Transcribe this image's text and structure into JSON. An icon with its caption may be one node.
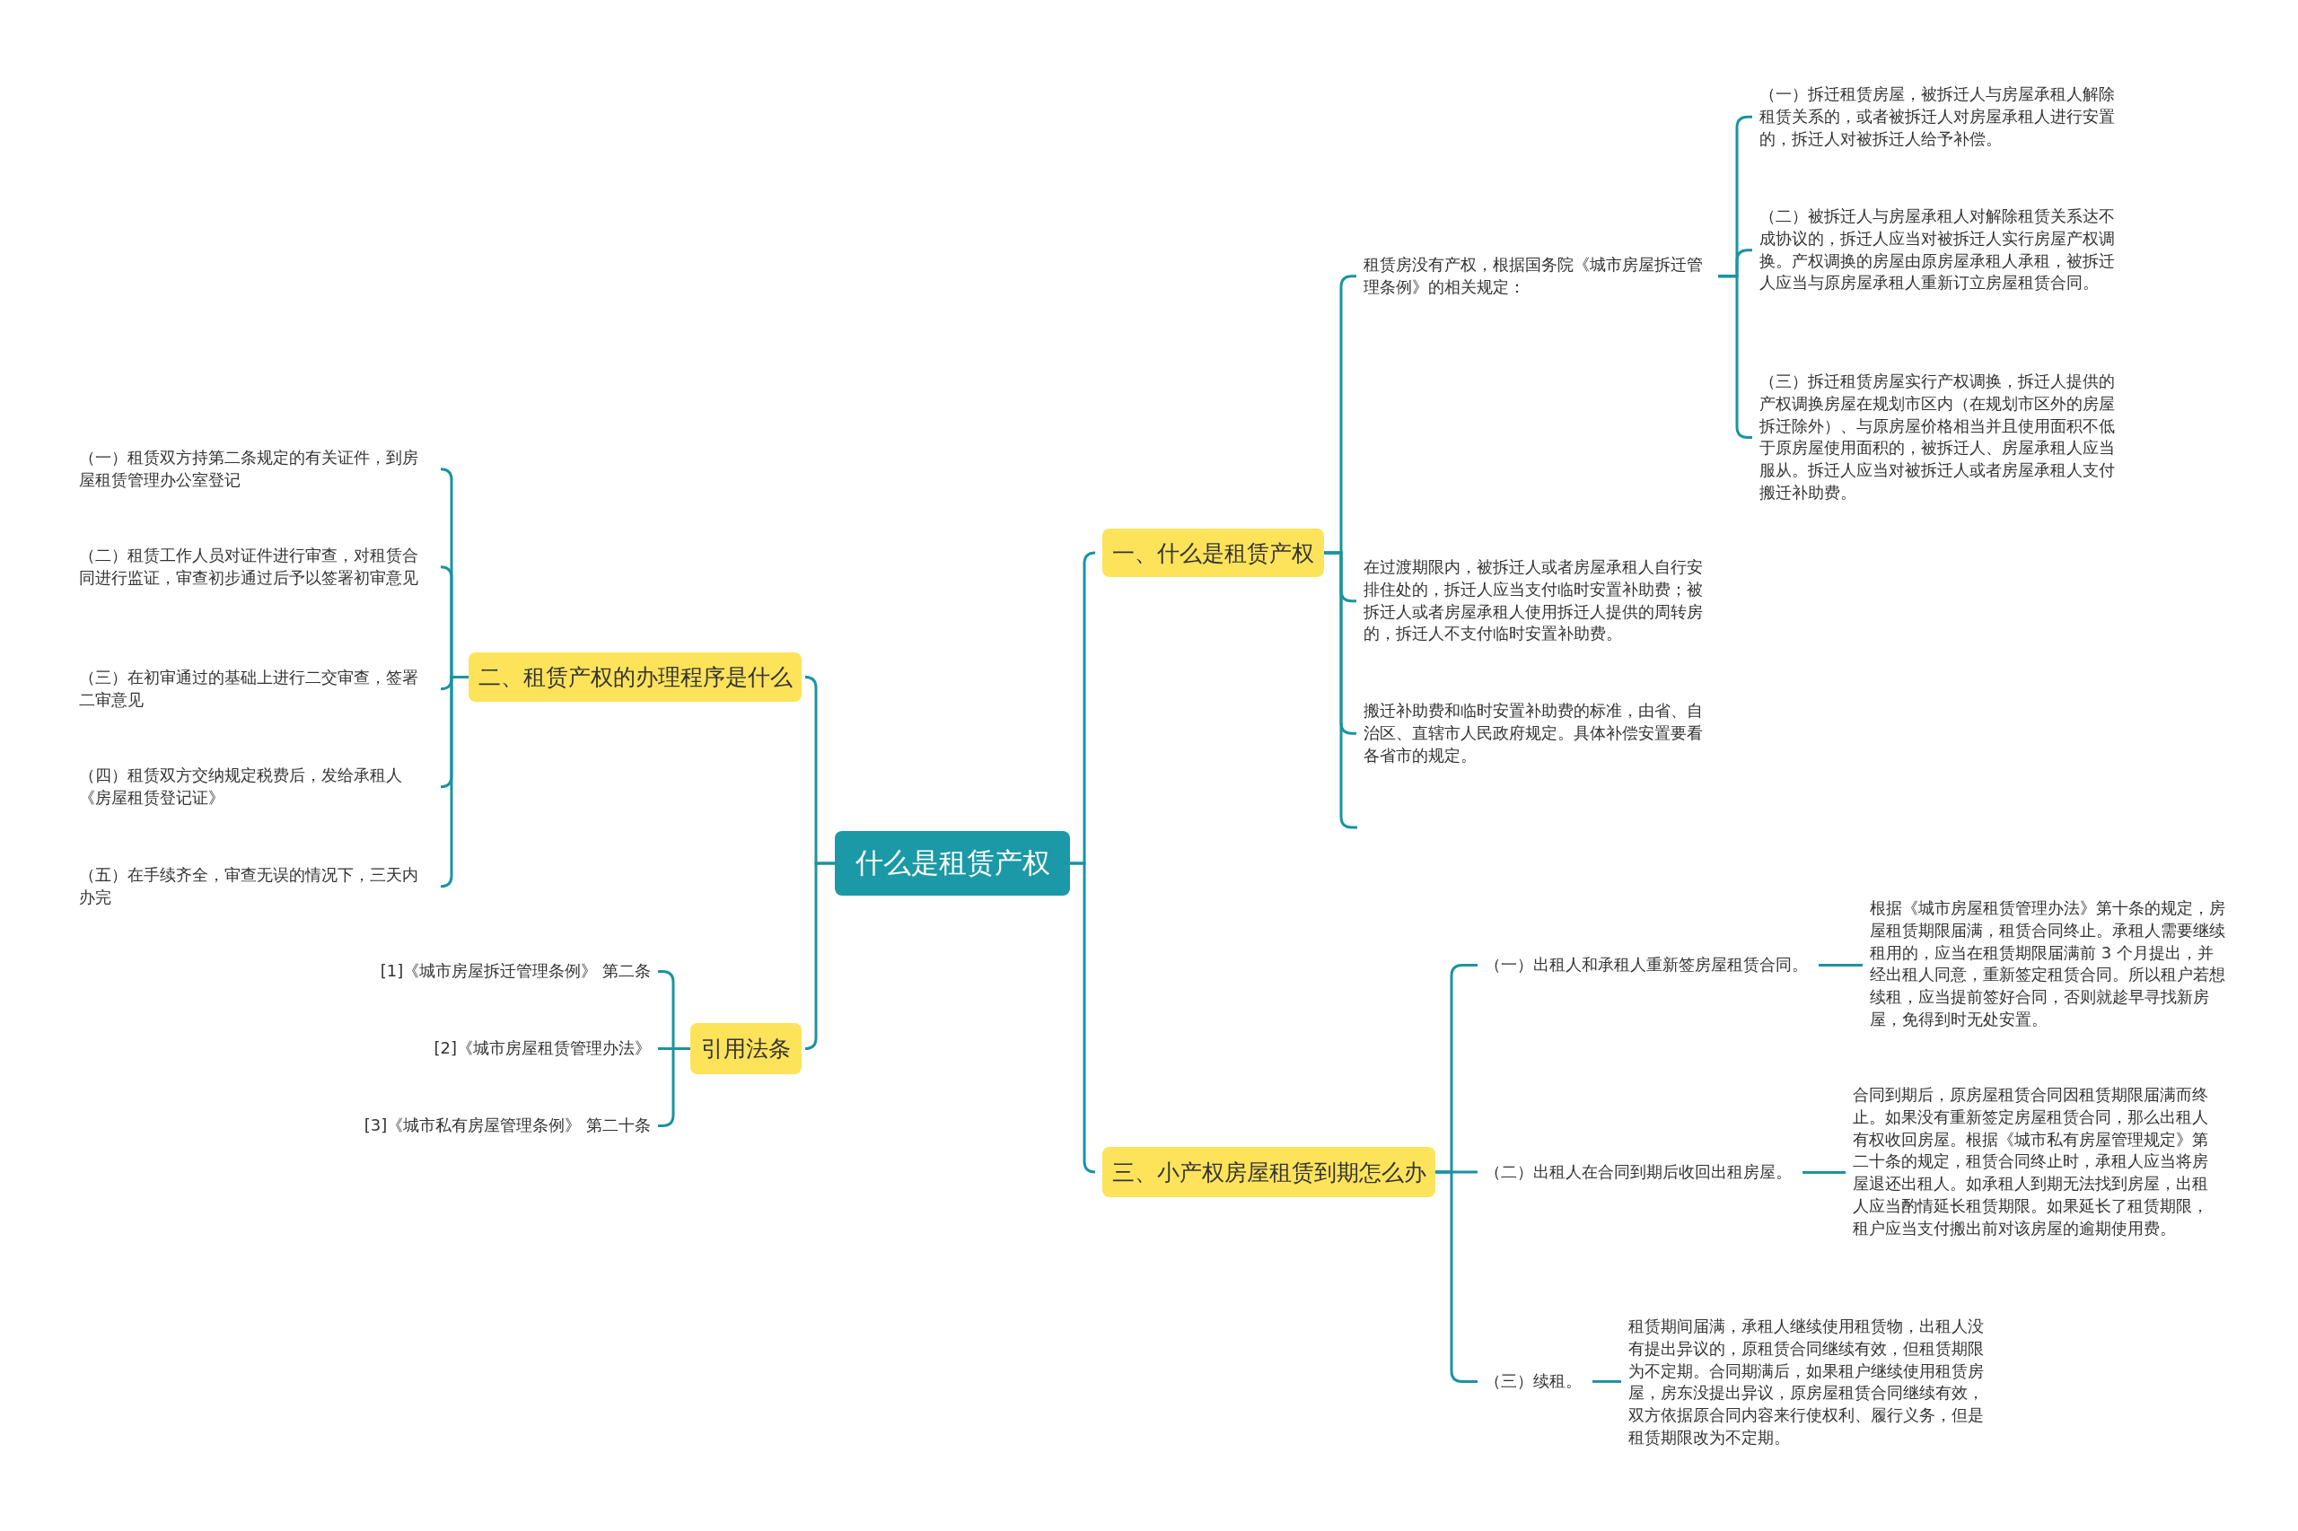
{
  "diagram": {
    "nodes": [
      {
        "text": [
          "什么是租赁产权"
        ]
      },
      {
        "text": [
          "一、什么是租赁产权"
        ]
      },
      {
        "text": [
          "租赁房没有产权，根据国务院《城市房屋拆迁管理条例》的相关规定："
        ]
      },
      {
        "text": [
          "（一）拆迁租赁房屋，被拆迁人与房屋承租人解除租赁关系的，或者被拆迁人对房屋承租人进行安置的，拆迁人对被拆迁人给予补偿。"
        ]
      },
      {
        "text": [
          "（二）被拆迁人与房屋承租人对解除租赁关系达不成协议的，拆迁人应当对被拆迁人实行房屋产权调换。产权调换的房屋由原房屋承租人承租，被拆迁人应当与原房屋承租人重新订立房屋租赁合同。"
        ]
      },
      {
        "text": [
          "（三）拆迁租赁房屋实行产权调换，拆迁人提供的产权调换房屋在规划市区内（在规划市区外的房屋拆迁除外）、与原房屋价格相当并且使用面积不低于原房屋使用面积的，被拆迁人、房屋承租人应当服从。拆迁人应当对被拆迁人或者房屋承租人支付搬迁补助费。"
        ]
      },
      {
        "text": [
          "在过渡期限内，被拆迁人或者房屋承租人自行安排住处的，拆迁人应当支付临时安置补助费；被拆迁人或者房屋承租人使用拆迁人提供的周转房的，拆迁人不支付临时安置补助费。"
        ]
      },
      {
        "text": [
          "搬迁补助费和临时安置补助费的标准，由省、自治区、直辖市人民政府规定。具体补偿安置要看各省市的规定。"
        ]
      },
      {
        "text": [
          "二、租赁产权的办理程序是什么"
        ]
      },
      {
        "text": [
          "（一）租赁双方持第二条规定的有关证件，到房屋租赁管理办公室登记"
        ]
      },
      {
        "text": [
          "（二）租赁工作人员对证件进行审查，对租赁合同进行监证，审查初步通过后予以签署初审意见"
        ]
      },
      {
        "text": [
          "（三）在初审通过的基础上进行二交审查，签署二审意见"
        ]
      },
      {
        "text": [
          "（四）租赁双方交纳规定税费后，发给承租人《房屋租赁登记证》"
        ]
      },
      {
        "text": [
          "（五）在手续齐全，审查无误的情况下，三天内办完"
        ]
      },
      {
        "text": [
          "引用法条"
        ]
      },
      {
        "text": [
          "[1]《城市房屋拆迁管理条例》 第二条"
        ]
      },
      {
        "text": [
          "[2]《城市房屋租赁管理办法》"
        ]
      },
      {
        "text": [
          "[3]《城市私有房屋管理条例》 第二十条"
        ]
      },
      {
        "text": [
          "三、小产权房屋租赁到期怎么办"
        ]
      },
      {
        "text": [
          "（一）出租人和承租人重新签房屋租赁合同。"
        ]
      },
      {
        "text": [
          "根据《城市房屋租赁管理办法》第十条的规定，房屋租赁期限届满，租赁合同终止。承租人需要继续租用的，应当在租赁期限届满前 3 个月提出，并经出租人同意，重新签定租赁合同。所以租户若想续租，应当提前签好合同，否则就趁早寻找新房屋，免得到时无处安置。"
        ]
      },
      {
        "text": [
          "（二）出租人在合同到期后收回出租房屋。"
        ]
      },
      {
        "text": [
          "合同到期后，原房屋租赁合同因租赁期限届满而终止。如果没有重新签定房屋租赁合同，那么出租人有权收回房屋。根据《城市私有房屋管理规定》第二十条的规定，租赁合同终止时，承租人应当将房屋退还出租人。如承租人到期无法找到房屋，出租人应当酌情延长租赁期限。如果延长了租赁期限，租户应当支付搬出前对该房屋的逾期使用费。"
        ]
      },
      {
        "text": [
          "（三）续租。"
        ]
      },
      {
        "text": [
          "租赁期间届满，承租人继续使用租赁物，出租人没有提出异议的，原租赁合同继续有效，但租赁期限为不定期。合同期满后，如果租户继续使用租赁房屋，房东没提出异议，原房屋租赁合同继续有效，双方依据原合同内容来行使权利、履行义务，但是租赁期限改为不定期。"
        ]
      }
    ],
    "edges": [
      {
        "from": 0,
        "to": 1,
        "arrow": "none"
      },
      {
        "from": 1,
        "to": 2,
        "arrow": "none"
      },
      {
        "from": 2,
        "to": 3,
        "arrow": "none"
      },
      {
        "from": 2,
        "to": 4,
        "arrow": "none"
      },
      {
        "from": 2,
        "to": 5,
        "arrow": "none"
      },
      {
        "from": 1,
        "to": 6,
        "arrow": "none"
      },
      {
        "from": 1,
        "to": 7,
        "arrow": "none"
      },
      {
        "from": 1,
        "to": null,
        "arrow": "none"
      },
      {
        "from": 0,
        "to": 8,
        "arrow": "none"
      },
      {
        "from": 8,
        "to": 9,
        "arrow": "none"
      },
      {
        "from": 8,
        "to": 10,
        "arrow": "none"
      },
      {
        "from": 8,
        "to": 11,
        "arrow": "none"
      },
      {
        "from": 8,
        "to": 12,
        "arrow": "none"
      },
      {
        "from": 8,
        "to": 13,
        "arrow": "none"
      },
      {
        "from": 0,
        "to": 14,
        "arrow": "none"
      },
      {
        "from": 14,
        "to": 15,
        "arrow": "none"
      },
      {
        "from": 14,
        "to": 16,
        "arrow": "none"
      },
      {
        "from": 14,
        "to": 17,
        "arrow": "none"
      },
      {
        "from": 0,
        "to": 18,
        "arrow": "none"
      },
      {
        "from": 18,
        "to": 19,
        "arrow": "none"
      },
      {
        "from": 19,
        "to": 20,
        "arrow": "none"
      },
      {
        "from": 18,
        "to": 21,
        "arrow": "none"
      },
      {
        "from": 21,
        "to": 22,
        "arrow": "none"
      },
      {
        "from": 18,
        "to": 23,
        "arrow": "none"
      },
      {
        "from": 23,
        "to": 24,
        "arrow": "none"
      }
    ]
  }
}
